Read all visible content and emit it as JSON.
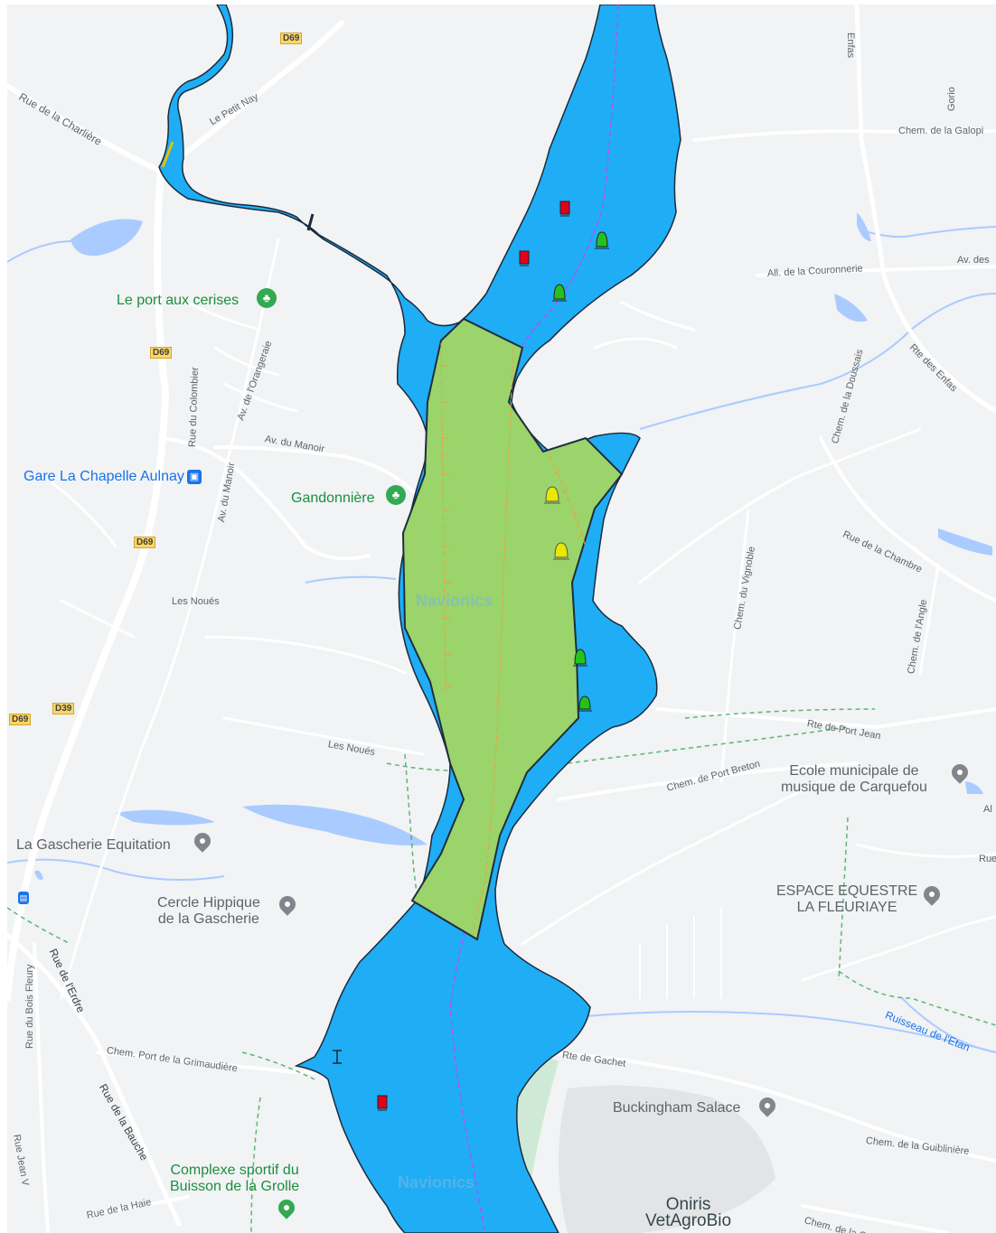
{
  "colors": {
    "land": "#f1f3f4",
    "road": "#ffffff",
    "water_minor": "#aacbff",
    "river": "#1fadf5",
    "zone_fill": "#9ad46a",
    "zone_stroke": "#1f2d3d",
    "channel": "#d63aff",
    "buoy_red": "#e3001b",
    "buoy_green": "#24c21f",
    "buoy_yellow": "#e8e800",
    "trail": "#37a853"
  },
  "streets": {
    "rue_charliere": "Rue de la Charlière",
    "le_petit_nay": "Le Petit Nay",
    "rue_colombier": "Rue du Colombier",
    "av_orangeraie": "Av. de l'Orangeraie",
    "av_manoir_h": "Av. du Manoir",
    "av_manoir_v": "Av. du Manoir",
    "les_noues_1": "Les Noués",
    "les_noues_2": "Les Noués",
    "rue_erdre": "Rue de l'Erdre",
    "rue_bois_fleury": "Rue du Bois Fleury",
    "rue_bauche": "Rue de la Bauche",
    "rue_jean": "Rue Jean V",
    "rue_haie": "Rue de la Haie",
    "chem_grimaudiere": "Chem. Port de la Grimaudière",
    "rte_gachet": "Rte de Gachet",
    "chem_galop": "Chem. de la Galopi",
    "gorio": "Gorio",
    "enfas": "Enfas",
    "all_couronnerie": "All. de la Couronnerie",
    "av_des": "Av. des",
    "chem_doussais": "Chem. de la Doussais",
    "rte_enfas": "Rte des Enfas",
    "rue_chambre": "Rue de la Chambre",
    "chem_vignoble": "Chem. du Vignoble",
    "chem_angle": "Chem. de l'Angle",
    "rte_port_jean": "Rte de Port Jean",
    "chem_port_breton": "Chem. de Port Breton",
    "ruisseau_etang": "Ruisseau de l'Etan",
    "chem_guibliniere": "Chem. de la Guiblinière",
    "chem_bottom": "Chem. de la Ganonnière",
    "al_edge": "Al",
    "rue_edge": "Rue",
    "chem_edge": "Chem."
  },
  "roads": {
    "d69_top": "D69",
    "d69_mid": "D69",
    "d69_low": "D69",
    "d69_left": "D69",
    "d39": "D39"
  },
  "places": {
    "port_cerises": "Le port aux cerises",
    "gandonniere": "Gandonnière",
    "gare": "Gare La Chapelle Aulnay",
    "gascherie_equitation": "La Gascherie Equitation",
    "cercle_hippique_1": "Cercle Hippique",
    "cercle_hippique_2": "de la Gascherie",
    "ecole_1": "Ecole municipale de",
    "ecole_2": "musique de Carquefou",
    "espace_1": "ESPACE EQUESTRE",
    "espace_2": "LA FLEURIAYE",
    "buckingham": "Buckingham Salace",
    "complexe_1": "Complexe sportif du",
    "complexe_2": "Buisson de la Grolle",
    "oniris_1": "Oniris",
    "oniris_2": "VetAgroBio"
  },
  "watermark": "Navionics",
  "icons": {
    "pin": "map-pin-icon",
    "tree": "park-tree-icon",
    "train": "train-station-icon",
    "bus": "bus-stop-icon",
    "buoy_red": "red-lateral-buoy-icon",
    "buoy_green": "green-lateral-buoy-icon",
    "buoy_yellow": "yellow-special-buoy-icon"
  }
}
